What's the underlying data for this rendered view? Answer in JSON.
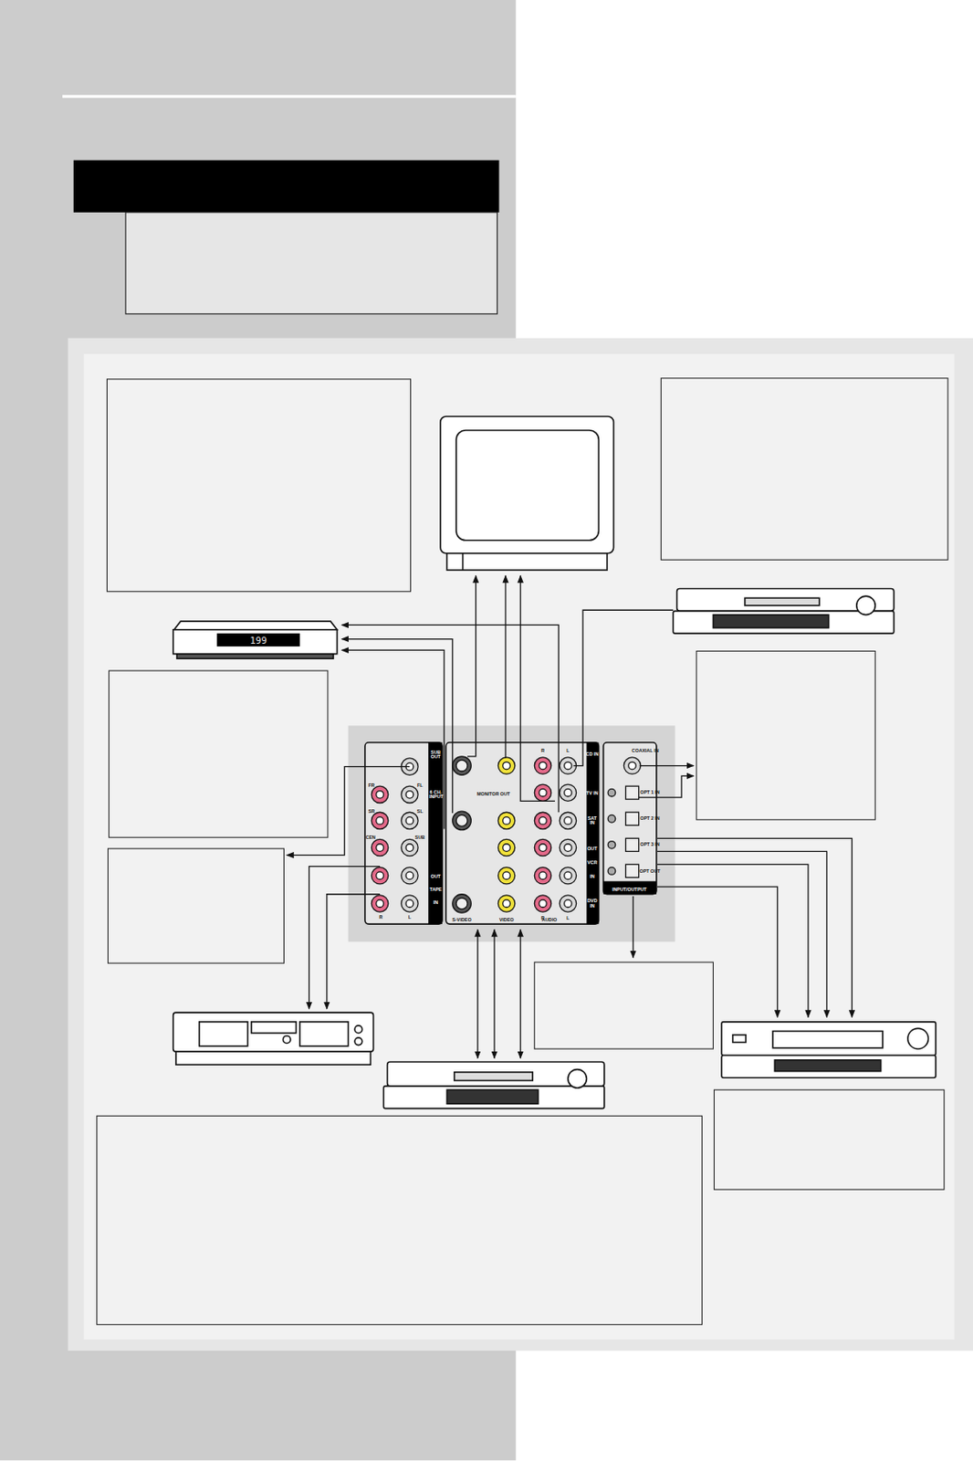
{
  "diagram": {
    "nodes": [
      {
        "text": [
          "199"
        ]
      }
    ],
    "labels": [
      "SUB OUT",
      "6 CH. INPUT",
      "FR",
      "FL",
      "SR",
      "SL",
      "CEN",
      "SUB",
      "OUT",
      "TAPE",
      "IN",
      "R",
      "L",
      "MONITOR OUT",
      "R",
      "L",
      "CD IN",
      "TV IN",
      "SAT IN",
      "OUT",
      "VCR",
      "IN",
      "DVD IN",
      "R",
      "L",
      "S-VIDEO",
      "VIDEO",
      "AUDIO",
      "COAXIAL IN",
      "OPT 1 IN",
      "OPT 2 IN",
      "OPT 3 IN",
      "OPT OUT",
      "INPUT/OUTPUT"
    ]
  }
}
